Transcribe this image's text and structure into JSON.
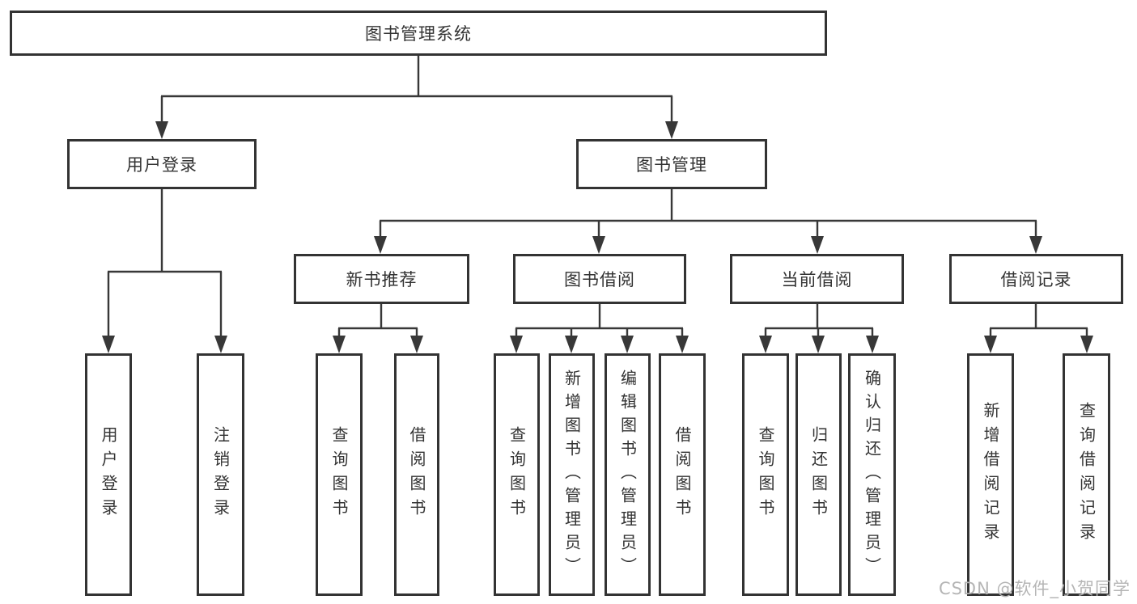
{
  "tree": {
    "root": "图书管理系统",
    "children": [
      {
        "label": "用户登录",
        "children": [
          "用户登录",
          "注销登录"
        ]
      },
      {
        "label": "图书管理",
        "children": [
          {
            "label": "新书推荐",
            "children": [
              "查询图书",
              "借阅图书"
            ]
          },
          {
            "label": "图书借阅",
            "children": [
              "查询图书",
              "新增图书（管理员）",
              "编辑图书（管理员）",
              "借阅图书"
            ]
          },
          {
            "label": "当前借阅",
            "children": [
              "查询图书",
              "归还图书",
              "确认归还（管理员）"
            ]
          },
          {
            "label": "借阅记录",
            "children": [
              "新增借阅记录",
              "查询借阅记录"
            ]
          }
        ]
      }
    ]
  },
  "watermark": "CSDN @软件_小贺同学",
  "colors": {
    "line": "#383838",
    "border": "#333333",
    "text": "#333333",
    "watermark": "#b5b5b5",
    "background": "#ffffff"
  }
}
